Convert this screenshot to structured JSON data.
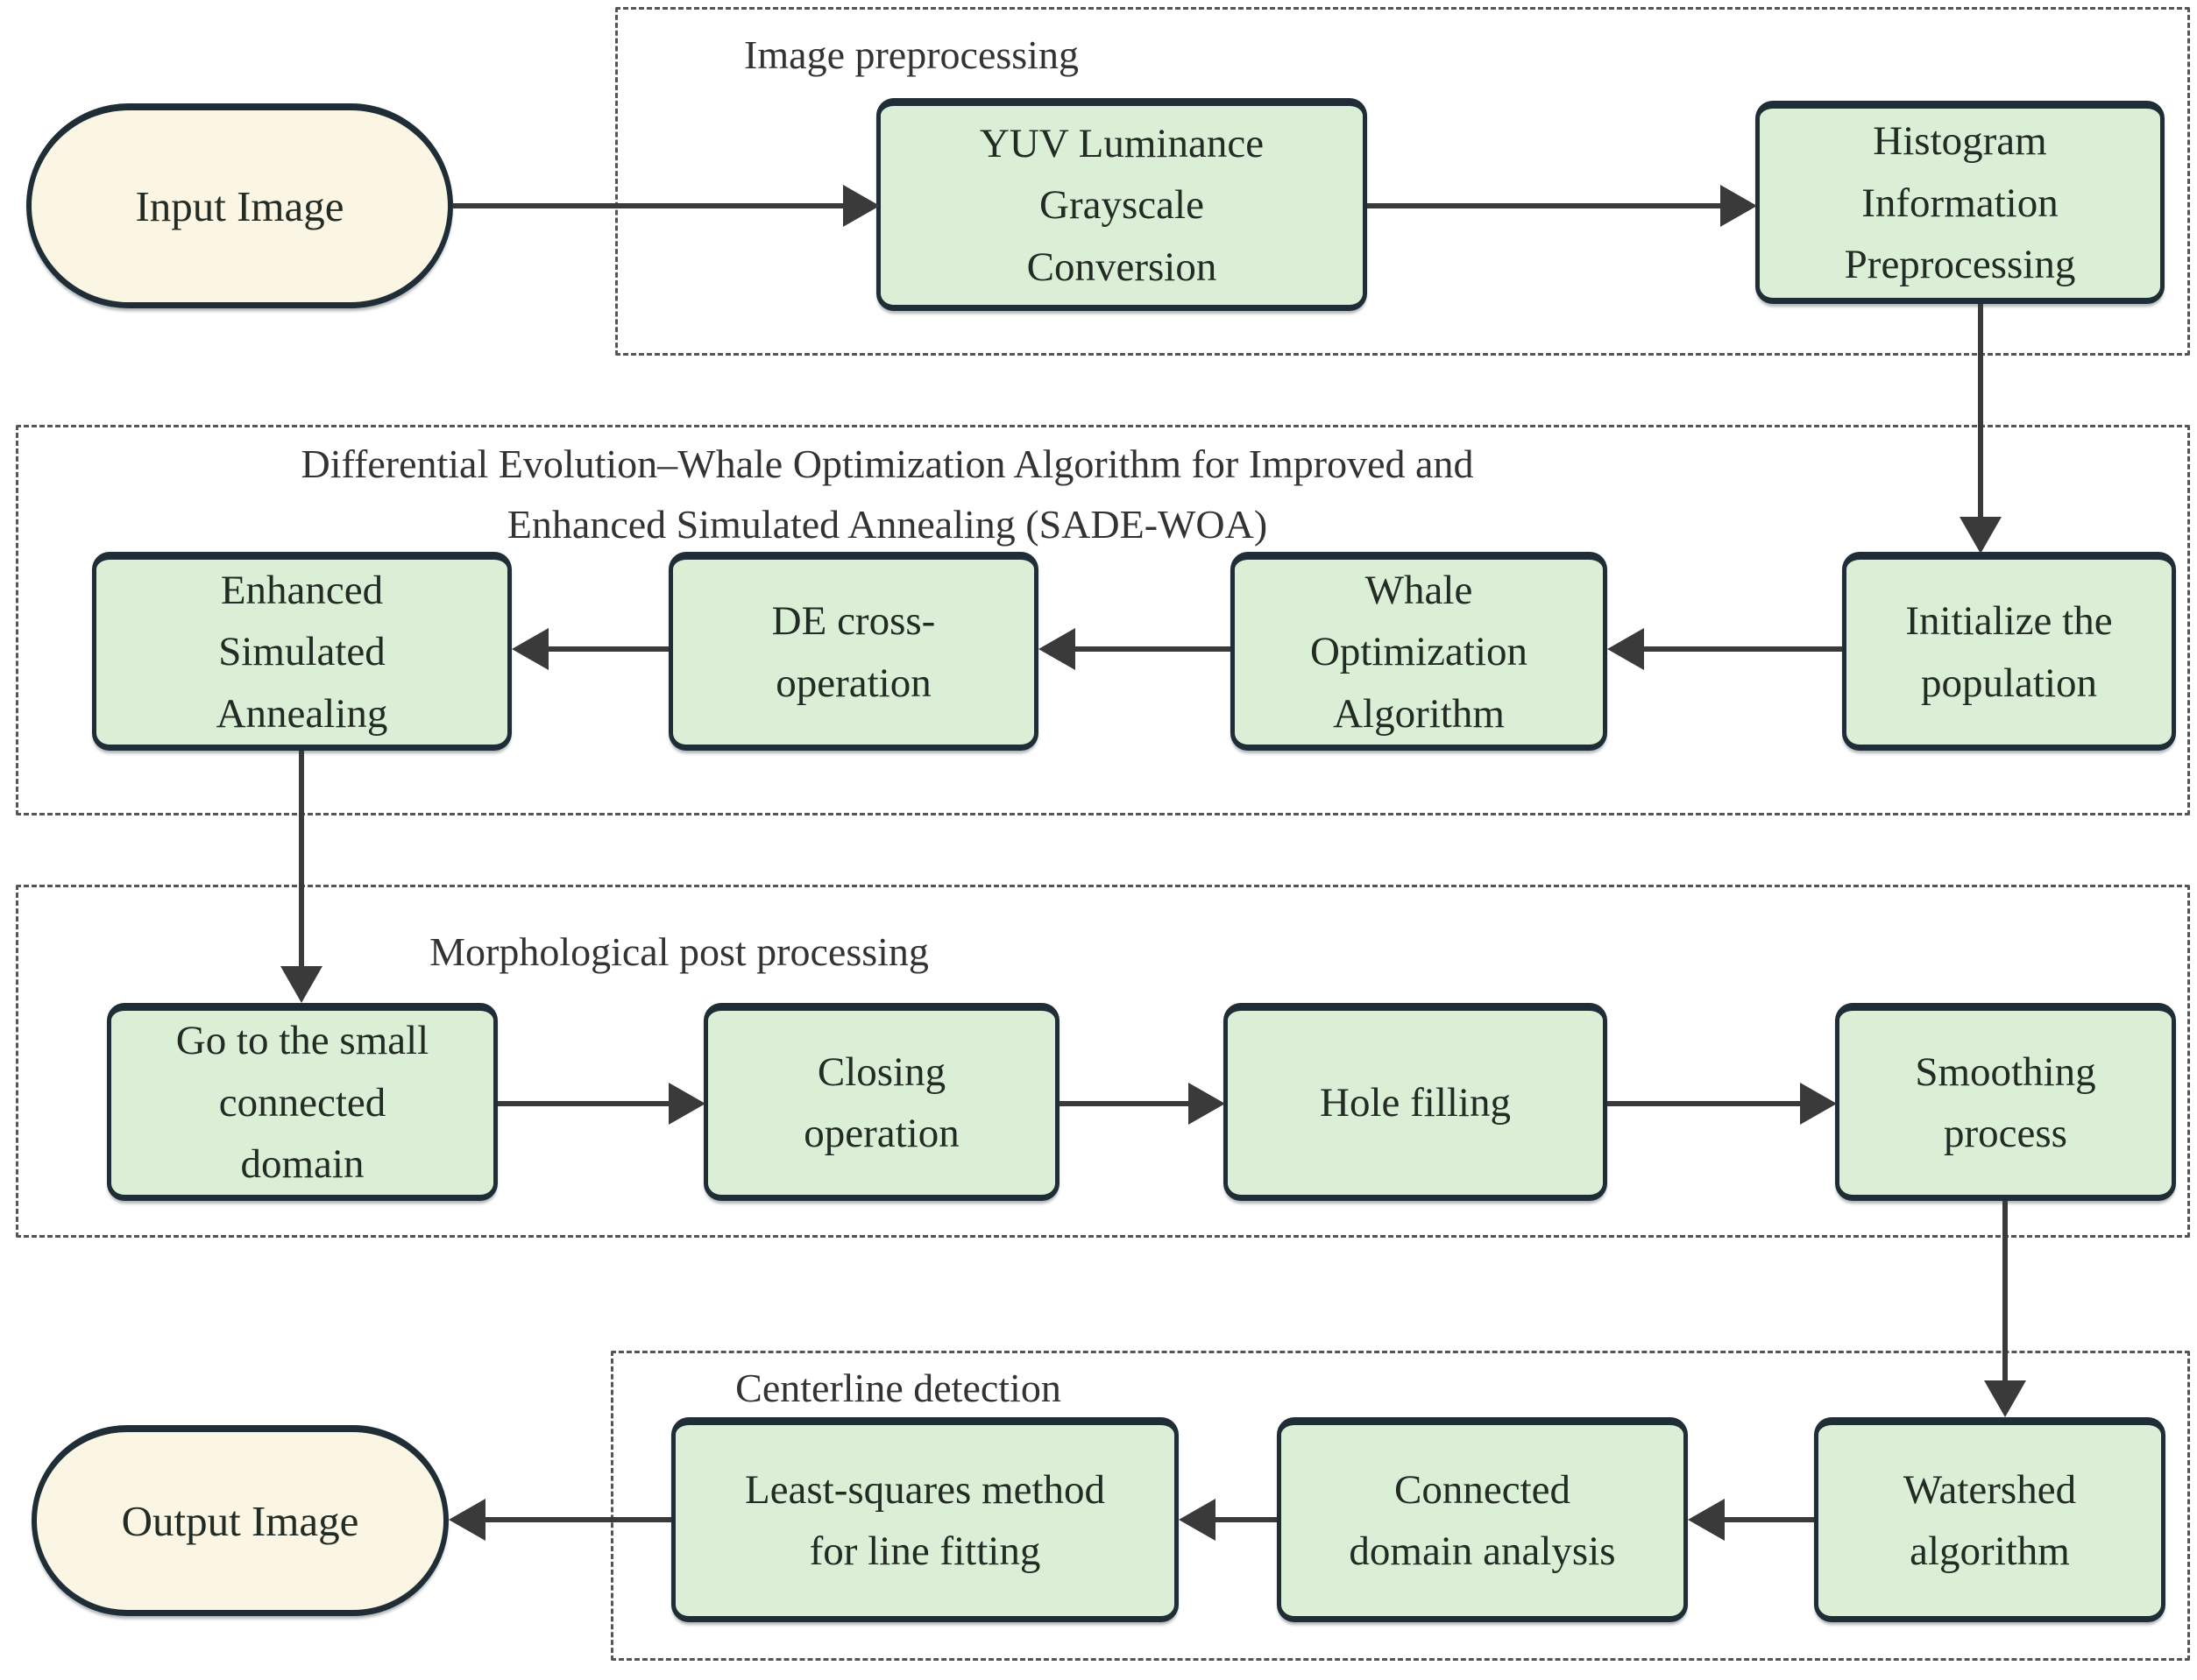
{
  "diagram": {
    "type": "flowchart",
    "sections": {
      "preprocessing": {
        "title": "Image preprocessing"
      },
      "sade_woa": {
        "title": "Differential Evolution–Whale Optimization Algorithm for Improved and\nEnhanced Simulated Annealing (SADE-WOA)"
      },
      "morphological": {
        "title": "Morphological post processing"
      },
      "centerline": {
        "title": "Centerline detection"
      }
    },
    "nodes": {
      "input": {
        "label": "Input Image",
        "shape": "terminal"
      },
      "yuv": {
        "label": "YUV Luminance\nGrayscale\nConversion",
        "shape": "process"
      },
      "hist": {
        "label": "Histogram\nInformation\nPreprocessing",
        "shape": "process"
      },
      "init": {
        "label": "Initialize the\npopulation",
        "shape": "process"
      },
      "woa": {
        "label": "Whale\nOptimization\nAlgorithm",
        "shape": "process"
      },
      "de": {
        "label": "DE cross-\noperation",
        "shape": "process"
      },
      "esa": {
        "label": "Enhanced\nSimulated\nAnnealing",
        "shape": "process"
      },
      "goto_small": {
        "label": "Go to the small\nconnected\ndomain",
        "shape": "process"
      },
      "closing": {
        "label": "Closing\noperation",
        "shape": "process"
      },
      "hole": {
        "label": "Hole filling",
        "shape": "process"
      },
      "smoothing": {
        "label": "Smoothing\nprocess",
        "shape": "process"
      },
      "watershed": {
        "label": "Watershed\nalgorithm",
        "shape": "process"
      },
      "connected": {
        "label": "Connected\ndomain analysis",
        "shape": "process"
      },
      "least_squares": {
        "label": "Least-squares method\nfor line fitting",
        "shape": "process"
      },
      "output": {
        "label": "Output Image",
        "shape": "terminal"
      }
    },
    "edges": [
      {
        "from": "input",
        "to": "yuv"
      },
      {
        "from": "yuv",
        "to": "hist"
      },
      {
        "from": "hist",
        "to": "init"
      },
      {
        "from": "init",
        "to": "woa"
      },
      {
        "from": "woa",
        "to": "de"
      },
      {
        "from": "de",
        "to": "esa"
      },
      {
        "from": "esa",
        "to": "goto_small"
      },
      {
        "from": "goto_small",
        "to": "closing"
      },
      {
        "from": "closing",
        "to": "hole"
      },
      {
        "from": "hole",
        "to": "smoothing"
      },
      {
        "from": "smoothing",
        "to": "watershed"
      },
      {
        "from": "watershed",
        "to": "connected"
      },
      {
        "from": "connected",
        "to": "least_squares"
      },
      {
        "from": "least_squares",
        "to": "output"
      }
    ],
    "colors": {
      "process_fill": "#daefd6",
      "terminal_fill": "#fbf6e3",
      "node_border": "#1e2d36",
      "arrow": "#3a3a3a",
      "section_border": "#555555",
      "text": "#222b24"
    }
  }
}
